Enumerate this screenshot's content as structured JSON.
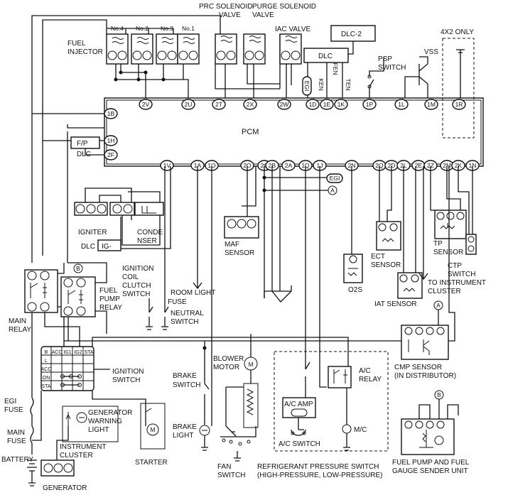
{
  "pcm": {
    "label": "PCM",
    "top_pins": [
      "2V",
      "2U",
      "2T",
      "2X",
      "2W",
      "1D",
      "1E",
      "1K",
      "1P",
      "1L",
      "1M",
      "1R"
    ],
    "bottom_pins": [
      "1V",
      "1A",
      "1O",
      "2O",
      "2C",
      "2B",
      "2A",
      "1Q",
      "1J",
      "2N",
      "2Q",
      "2D",
      "2L",
      "2E",
      "2Z",
      "2M",
      "2K",
      "1N"
    ],
    "left_pins": [
      "1B",
      "1H",
      "2F"
    ]
  },
  "labels": {
    "fuel_injector": [
      "FUEL",
      "INJECTOR"
    ],
    "injectors": [
      "No.4",
      "No.2",
      "No.3",
      "No.1"
    ],
    "prc_valve": [
      "PRC SOLENOID",
      "VALVE"
    ],
    "purge_valve": [
      "PURGE SOLENOID",
      "VALVE"
    ],
    "iac_valve": "IAC VALVE",
    "dlc2": "DLC-2",
    "dlc": "DLC",
    "dlc_pins": [
      "EGI",
      "KEN",
      "FEN",
      "TEN"
    ],
    "psp_switch": [
      "PSP",
      "SWITCH"
    ],
    "vss": "VSS",
    "only_4x2": "4X2 ONLY",
    "fp": "F/P",
    "dlc_small": "DLC",
    "igniter": "IGNITER",
    "condenser": [
      "CONDE",
      "NSER"
    ],
    "dlc_ig": "DLC",
    "ig_box": "IG-",
    "ignition_coil": [
      "IGNITION",
      "COIL"
    ],
    "clutch_switch": [
      "CLUTCH",
      "SWITCH"
    ],
    "room_light_fuse": [
      "ROOM LIGHT",
      "FUSE"
    ],
    "neutral_switch": [
      "NEUTRAL",
      "SWITCH"
    ],
    "maf_sensor": [
      "MAF",
      "SENSOR"
    ],
    "egi_tag": "EGI",
    "a_tag": "A",
    "b_tag": "B",
    "ect_sensor": [
      "ECT",
      "SENSOR"
    ],
    "o2s": "O2S",
    "iat_sensor": "IAT SENSOR",
    "tp_sensor": [
      "TP",
      "SENSOR"
    ],
    "ctp_switch": [
      "CTP",
      "SWITCH"
    ],
    "to_cluster": [
      "TO INSTRUMENT",
      "CLUSTER"
    ],
    "fuel_pump_relay": [
      "FUEL",
      "PUMP",
      "RELAY"
    ],
    "main_relay": [
      "MAIN",
      "RELAY"
    ],
    "cmp_sensor": [
      "CMP SENSOR",
      "(IN DISTRIBUTOR)"
    ],
    "ignition_switch": [
      "IGNITION",
      "SWITCH"
    ],
    "ign_rows": [
      "B",
      "L",
      "ACC",
      "ON",
      "STA"
    ],
    "ign_cols": [
      "ACC",
      "IG1",
      "IG2",
      "STA"
    ],
    "blower_motor": [
      "BLOWER",
      "MOTOR"
    ],
    "brake_switch": [
      "BRAKE",
      "SWITCH"
    ],
    "brake_light": [
      "BRAKE",
      "LIGHT"
    ],
    "ac_relay": [
      "A/C",
      "RELAY"
    ],
    "ac_amp": "A/C AMP",
    "ac_switch": "A/C SWITCH",
    "mc": "M/C",
    "egi_fuse": [
      "EGI",
      "FUSE"
    ],
    "main_fuse": [
      "MAIN",
      "FUSE"
    ],
    "battery": "BATTERY",
    "generator": "GENERATOR",
    "gen_warning": [
      "GENERATOR",
      "WARNING",
      "LIGHT"
    ],
    "instrument_cluster": [
      "INSTRUMENT",
      "CLUSTER"
    ],
    "starter": "STARTER",
    "fan_switch": [
      "FAN",
      "SWITCH"
    ],
    "refrig_switch": [
      "REFRIGERANT PRESSURE SWITCH",
      "(HIGH-PRESSURE, LOW-PRESSURE)"
    ],
    "fuel_gauge": [
      "FUEL PUMP AND FUEL",
      "GAUGE SENDER UNIT"
    ],
    "motor_m": "M"
  }
}
